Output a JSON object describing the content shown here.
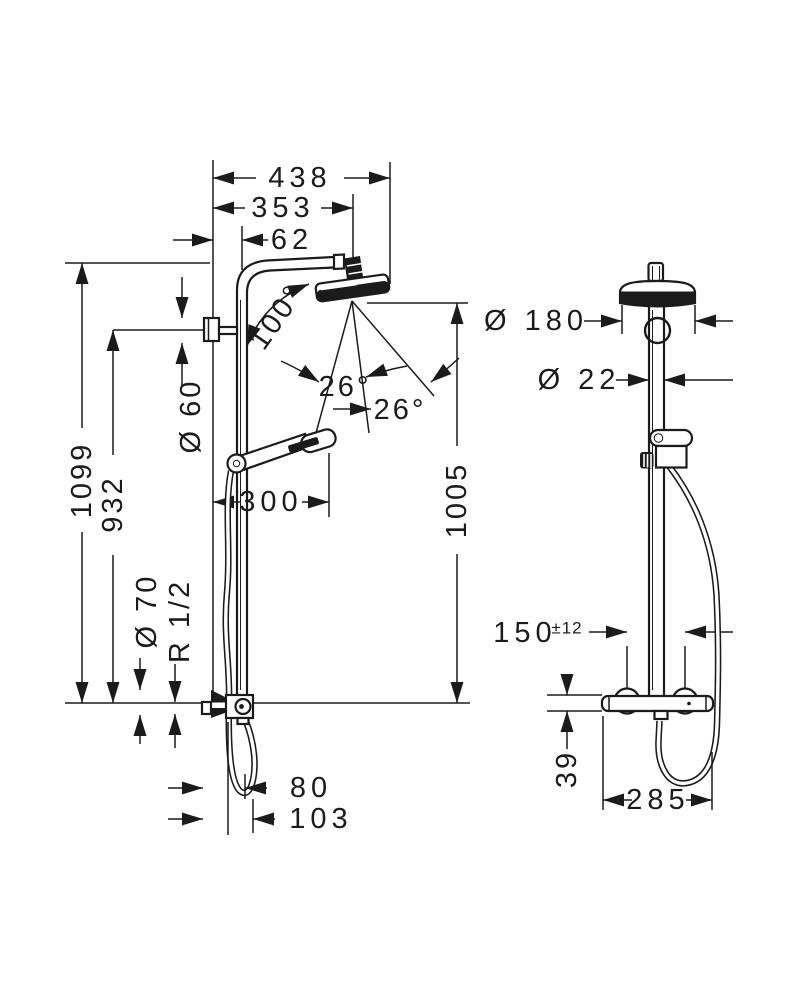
{
  "drawing": {
    "type": "shower-pipe installation dimensional drawing",
    "colors": {
      "ink": "#1b1b1b",
      "background": "#ffffff"
    },
    "front_view": {
      "total_projection": "438",
      "head_center_projection": "353",
      "pipe_wall_offset": "62",
      "arm_swivel_angle": "100°",
      "spray_angle_inner": "26°",
      "spray_angle_outer": "26°",
      "wall_bracket_diameter": "Ø 60",
      "total_height": "1099",
      "bracket_height": "932",
      "hand_shower_projection": "300",
      "head_height_above_valve": "1005",
      "escutcheon_diameter": "Ø 70",
      "connection_thread": "R 1/2",
      "hose_offset_inner": "80",
      "hose_offset_outer": "103"
    },
    "side_view": {
      "overhead_shower_diameter": "Ø 180",
      "pipe_diameter": "Ø 22",
      "supply_connection_distance": "150",
      "supply_connection_tolerance": "±12",
      "valve_body_height": "39",
      "overall_width": "285"
    }
  }
}
